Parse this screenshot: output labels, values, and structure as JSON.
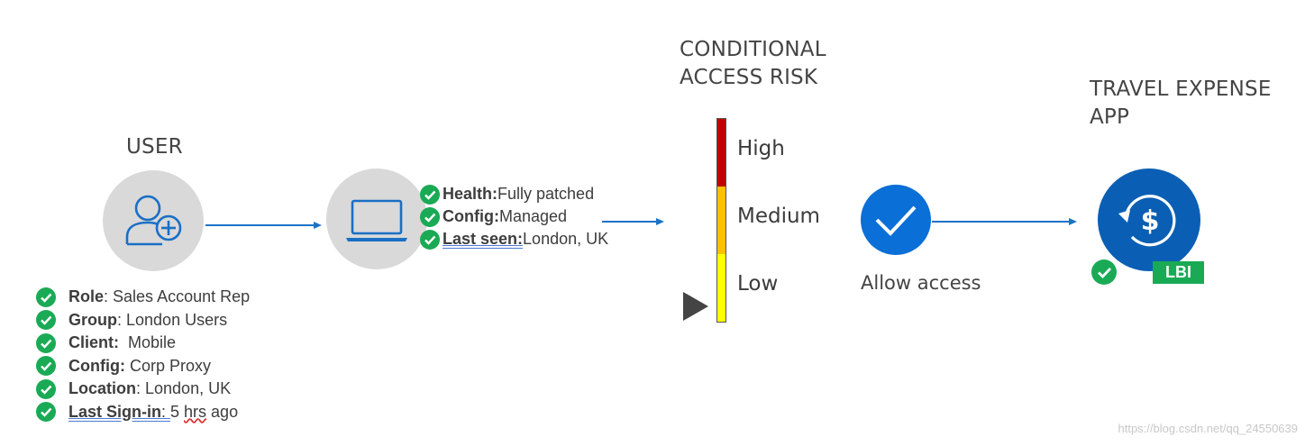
{
  "user": {
    "heading": "USER",
    "attributes": [
      {
        "key": "Role",
        "sep": ": ",
        "value": "Sales Account Rep"
      },
      {
        "key": "Group",
        "sep": ": ",
        "value": "London Users"
      },
      {
        "key": "Client:",
        "sep": "  ",
        "value": "Mobile"
      },
      {
        "key": "Config:",
        "sep": " ",
        "value": "Corp Proxy"
      },
      {
        "key": "Location",
        "sep": ": ",
        "value": "London, UK"
      },
      {
        "key": "Last Sign-in",
        "sep": ": ",
        "value_pre": "5 ",
        "value_mark": "hrs",
        "value_post": " ago"
      }
    ]
  },
  "device": {
    "attributes": [
      {
        "key": "Health",
        "sep": ":",
        "value": "Fully patched"
      },
      {
        "key": "Config",
        "sep": ":",
        "value": "Managed"
      },
      {
        "key": "Last seen",
        "sep": ":",
        "value": " London, UK"
      }
    ]
  },
  "risk": {
    "heading_line1": "CONDITIONAL",
    "heading_line2": "ACCESS RISK",
    "levels": [
      {
        "label": "High",
        "color": "#c00000"
      },
      {
        "label": "Medium",
        "color": "#ffc000"
      },
      {
        "label": "Low",
        "color": "#ffff00"
      }
    ],
    "current_level": "Low"
  },
  "decision": {
    "label": "Allow access",
    "color": "#0a6fd6"
  },
  "app": {
    "heading_line1": "TRAVEL EXPENSE",
    "heading_line2": "APP",
    "badge": "LBI",
    "icon_color": "#0a5fb4",
    "badge_color": "#1aaa55"
  },
  "watermark": "https://blog.csdn.net/qq_24550639",
  "colors": {
    "check_green": "#1aaa55",
    "arrow_blue": "#1a73c8",
    "circle_gray": "#d9d9d9"
  }
}
